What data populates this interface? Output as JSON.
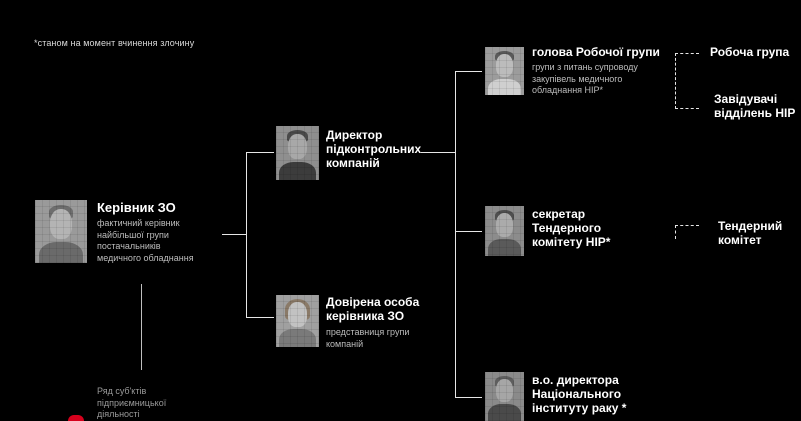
{
  "footnote": "*станом на момент вчинення злочину",
  "nodes": {
    "head": {
      "name": "Керівник ЗО",
      "desc": [
        "фактичний керівник",
        "найбільшої групи",
        "постачальників",
        "медичного обладнання"
      ]
    },
    "director": {
      "name": [
        "Директор",
        "підконтрольних",
        "компаній"
      ]
    },
    "proxy": {
      "name": [
        "Довірена особа",
        "керівника ЗО"
      ],
      "desc": [
        "представниця групи",
        "компаній"
      ]
    },
    "wg_head": {
      "name": "голова Робочої групи",
      "desc": [
        "групи з питань супроводу",
        "закупівель медичного",
        "обладнання НІР*"
      ]
    },
    "secretary": {
      "name": [
        "секретар",
        "Тендерного",
        "комітету НІР*"
      ]
    },
    "acting_director": {
      "name": [
        "в.о. директора",
        "Національного",
        "інституту раку *"
      ]
    }
  },
  "groups": {
    "working_group": "Робоча група",
    "dept_heads": [
      "Завідувачі",
      "відділень НІР"
    ],
    "tender_committee": [
      "Тендерний",
      "комітет"
    ],
    "entities": [
      "Ряд суб'ктів",
      "підприємницької",
      "діяльності"
    ]
  },
  "colors": {
    "background": "#000000",
    "text": "#ffffff",
    "muted": "#bdbdbd",
    "accent_red": "#d6001c"
  },
  "icons": {
    "photo": "blurred-person-photo"
  }
}
